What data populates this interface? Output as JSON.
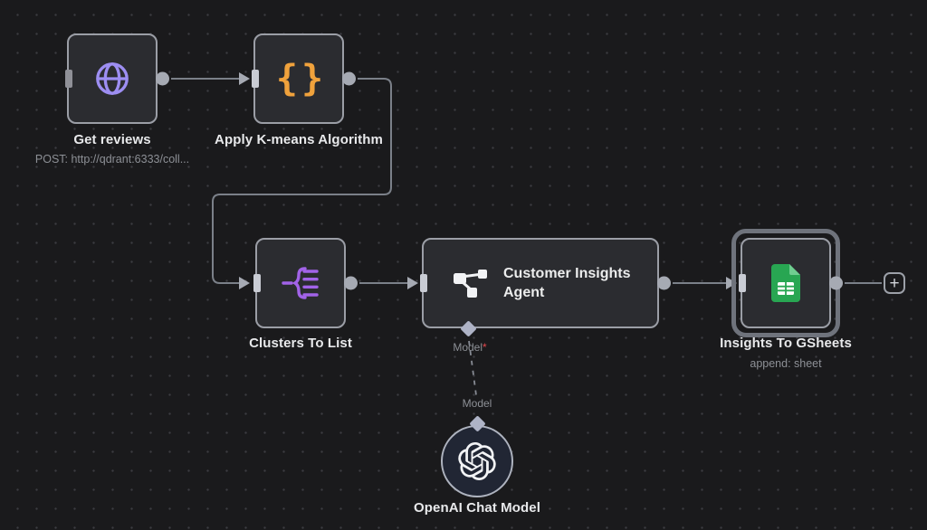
{
  "app": {
    "name": "workflow-editor-canvas"
  },
  "colors": {
    "canvas_bg": "#1a1a1c",
    "node_bg": "#2b2c30",
    "node_border": "#9b9ea6",
    "selection_border": "#6f737c",
    "edge": "#7b8089",
    "title_text": "#e8e9eb",
    "subtitle_text": "#8d9096",
    "required_red": "#e5484d",
    "globe_purple": "#9d8ef2",
    "braces_orange": "#f0a23c",
    "split_purple": "#a263e8",
    "sheets_green": "#28a652",
    "openai_node_bg": "#212634"
  },
  "nodes": {
    "get_reviews": {
      "label": "Get reviews",
      "subtitle": "POST: http://qdrant:6333/coll...",
      "icon": "globe-icon"
    },
    "apply_kmeans": {
      "label": "Apply K-means Algorithm",
      "icon": "code-braces-icon",
      "glyph": "{}"
    },
    "clusters_to_list": {
      "label": "Clusters To List",
      "icon": "split-out-icon"
    },
    "agent": {
      "label": "Customer Insights Agent",
      "icon": "agent-graph-icon",
      "input_label": "Model",
      "required_marker": "*"
    },
    "gsheets": {
      "label": "Insights To GSheets",
      "subtitle": "append: sheet",
      "icon": "google-sheets-icon",
      "selected": true
    },
    "openai": {
      "label": "OpenAI Chat Model",
      "icon": "openai-logo-icon"
    }
  },
  "connections": {
    "model_label": "Model"
  },
  "controls": {
    "add_node_label": "+"
  }
}
